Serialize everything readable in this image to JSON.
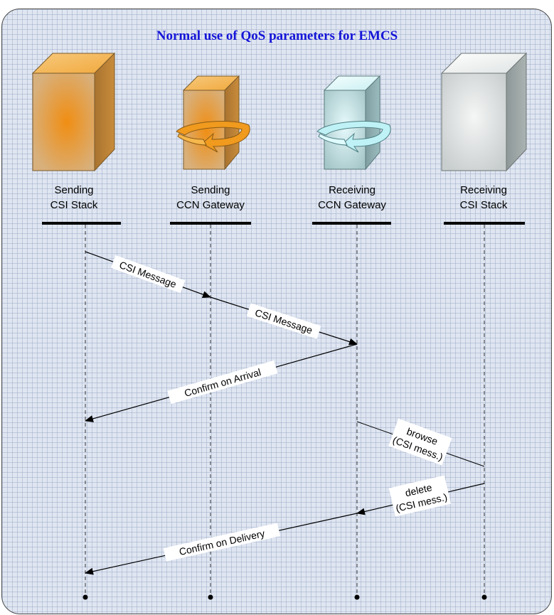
{
  "title": "Normal use of QoS parameters for EMCS",
  "participants": [
    {
      "line1": "Sending",
      "line2": "CSI Stack"
    },
    {
      "line1": "Sending",
      "line2": "CCN Gateway"
    },
    {
      "line1": "Receiving",
      "line2": "CCN Gateway"
    },
    {
      "line1": "Receiving",
      "line2": "CSI Stack"
    }
  ],
  "messages": [
    {
      "label": "CSI Message"
    },
    {
      "label": "CSI Message"
    },
    {
      "label": "Confirm on Arrival"
    },
    {
      "line1": "browse",
      "line2": "(CSI mess.)"
    },
    {
      "line1": "delete",
      "line2": "(CSI mess.)"
    },
    {
      "label": "Confirm on Delivery"
    }
  ],
  "colors": {
    "title": "#1515d8",
    "orange": "#e9931f",
    "cyan": "#b9eef2",
    "gray": "#e2e6e6"
  }
}
